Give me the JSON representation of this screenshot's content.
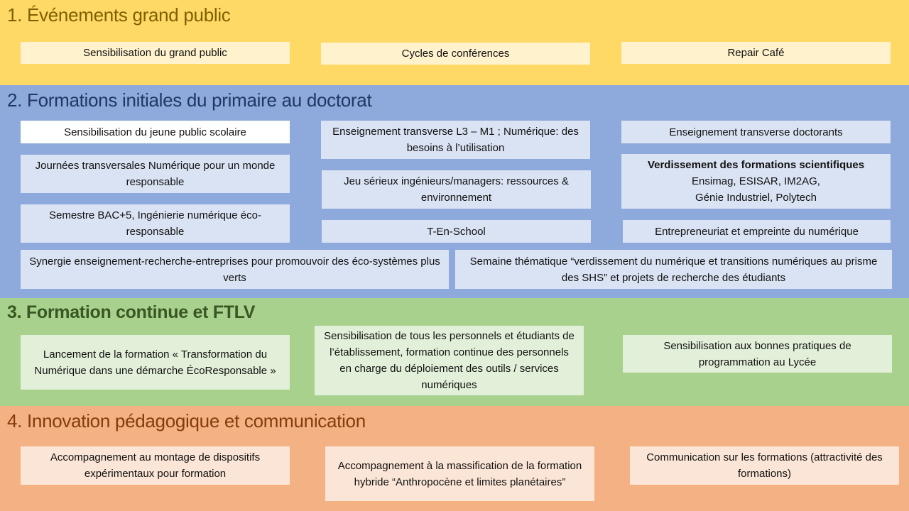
{
  "sections": [
    {
      "title": "1. Événements grand public",
      "items": [
        "Sensibilisation du grand public",
        "Cycles de conférences",
        "Repair Café"
      ]
    },
    {
      "title": "2. Formations initiales du primaire au doctorat",
      "items": [
        "Sensibilisation du jeune public scolaire",
        "Enseignement transverse L3 – M1 ; Numérique: des besoins à l’utilisation",
        "Enseignement transverse doctorants",
        "Journées transversales Numérique pour un monde responsable",
        "Jeu sérieux ingénieurs/managers: ressources & environnement",
        "Semestre BAC+5,  Ingénierie numérique éco-responsable",
        "T-En-School",
        "Entrepreneuriat et empreinte du numérique",
        "Synergie enseignement-recherche-entreprises pour promouvoir des éco-systèmes plus verts",
        "Semaine thématique “verdissement du numérique et transitions numériques au prisme des SHS” et projets de recherche des étudiants"
      ],
      "verdissement": {
        "heading": "Verdissement des formations scientifiques",
        "line1": "Ensimag, ESISAR, IM2AG,",
        "line2": "Génie Industriel, Polytech"
      }
    },
    {
      "title": "3. Formation continue et FTLV",
      "items": [
        "Lancement de la formation « Transformation du Numérique dans une démarche ÉcoResponsable »",
        "Sensibilisation de tous les personnels et étudiants de l’établissement, formation continue des personnels en charge du déploiement des outils / services numériques",
        "Sensibilisation aux bonnes pratiques de programmation au Lycée"
      ]
    },
    {
      "title": "4. Innovation pédagogique et communication",
      "items": [
        "Accompagnement au montage de dispositifs expérimentaux pour formation",
        "Accompagnement à la massification de la formation hybride “Anthropocène et limites planétaires”",
        "Communication sur les formations (attractivité des formations)"
      ]
    }
  ]
}
